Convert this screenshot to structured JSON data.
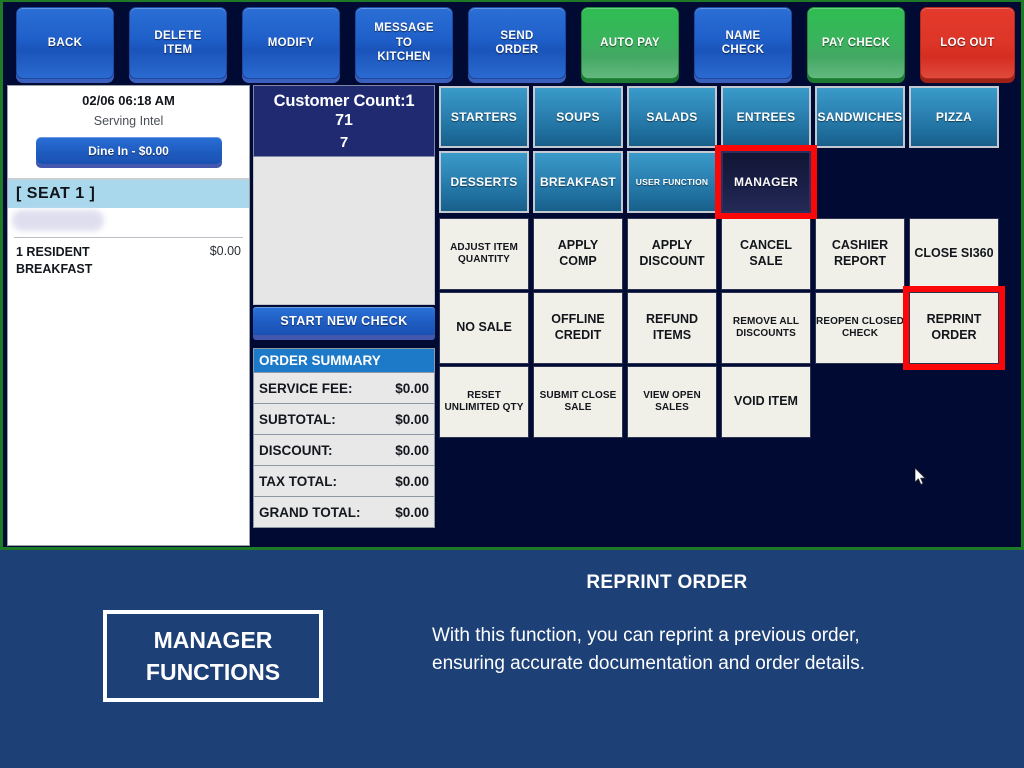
{
  "toolbar": {
    "buttons": [
      {
        "label": "BACK",
        "style": "blue"
      },
      {
        "label": "DELETE\nITEM",
        "style": "blue"
      },
      {
        "label": "MODIFY",
        "style": "blue"
      },
      {
        "label": "MESSAGE\nTO\nKITCHEN",
        "style": "blue"
      },
      {
        "label": "SEND\nORDER",
        "style": "blue"
      },
      {
        "label": "AUTO PAY",
        "style": "green"
      },
      {
        "label": "NAME\nCHECK",
        "style": "blue"
      },
      {
        "label": "PAY CHECK",
        "style": "green"
      },
      {
        "label": "LOG OUT",
        "style": "red"
      }
    ]
  },
  "check": {
    "datetime": "02/06 06:18 AM",
    "serving": "Serving Intel",
    "dine_in_label": "Dine In - $0.00",
    "seat_label": "[ SEAT 1 ]",
    "items": [
      {
        "name": "1 RESIDENT BREAKFAST",
        "price": "$0.00"
      }
    ]
  },
  "customer_count": {
    "line1": "Customer Count:1",
    "line2": "71",
    "line3": "7"
  },
  "start_new_check_label": "START NEW CHECK",
  "order_summary": {
    "header": "ORDER SUMMARY",
    "rows": [
      {
        "label": "SERVICE FEE:",
        "value": "$0.00"
      },
      {
        "label": "SUBTOTAL:",
        "value": "$0.00"
      },
      {
        "label": "DISCOUNT:",
        "value": "$0.00"
      },
      {
        "label": "TAX TOTAL:",
        "value": "$0.00"
      },
      {
        "label": "GRAND TOTAL:",
        "value": "$0.00"
      }
    ]
  },
  "categories": [
    {
      "label": "STARTERS",
      "selected": false,
      "small": false
    },
    {
      "label": "SOUPS",
      "selected": false,
      "small": false
    },
    {
      "label": "SALADS",
      "selected": false,
      "small": false
    },
    {
      "label": "ENTREES",
      "selected": false,
      "small": false
    },
    {
      "label": "SANDWICHES",
      "selected": false,
      "small": false
    },
    {
      "label": "PIZZA",
      "selected": false,
      "small": false
    },
    {
      "label": "DESSERTS",
      "selected": false,
      "small": false
    },
    {
      "label": "BREAKFAST",
      "selected": false,
      "small": false
    },
    {
      "label": "USER FUNCTION",
      "selected": false,
      "small": true
    },
    {
      "label": "MANAGER",
      "selected": true,
      "small": false
    }
  ],
  "manager_functions": [
    {
      "label": "ADJUST ITEM\nQUANTITY",
      "size": "sm",
      "selected": false
    },
    {
      "label": "APPLY\nCOMP",
      "size": "big",
      "selected": false
    },
    {
      "label": "APPLY\nDISCOUNT",
      "size": "big",
      "selected": false
    },
    {
      "label": "CANCEL\nSALE",
      "size": "big",
      "selected": false
    },
    {
      "label": "CASHIER\nREPORT",
      "size": "big",
      "selected": false
    },
    {
      "label": "CLOSE SI360",
      "size": "big",
      "selected": false
    },
    {
      "label": "NO SALE",
      "size": "big",
      "selected": false
    },
    {
      "label": "OFFLINE\nCREDIT",
      "size": "big",
      "selected": false
    },
    {
      "label": "REFUND\nITEMS",
      "size": "big",
      "selected": false
    },
    {
      "label": "REMOVE ALL\nDISCOUNTS",
      "size": "sm",
      "selected": false
    },
    {
      "label": "REOPEN CLOSED\nCHECK",
      "size": "sm",
      "selected": false
    },
    {
      "label": "REPRINT\nORDER",
      "size": "big",
      "selected": true
    },
    {
      "label": "RESET\nUNLIMITED QTY",
      "size": "sm",
      "selected": false
    },
    {
      "label": "SUBMIT CLOSE\nSALE",
      "size": "sm",
      "selected": false
    },
    {
      "label": "VIEW OPEN\nSALES",
      "size": "sm",
      "selected": false
    },
    {
      "label": "VOID ITEM",
      "size": "big",
      "selected": false
    }
  ],
  "caption": {
    "badge": "MANAGER\nFUNCTIONS",
    "title": "REPRINT ORDER",
    "body": "With this function, you can reprint a previous order, ensuring accurate documentation and order details."
  },
  "colors": {
    "accent_blue": "#1d4077",
    "highlight_red": "#fb0707",
    "pos_background": "#000a33",
    "pos_border_green": "#1e7a27",
    "green_button": "#39b35c",
    "red_button": "#dd3527"
  }
}
